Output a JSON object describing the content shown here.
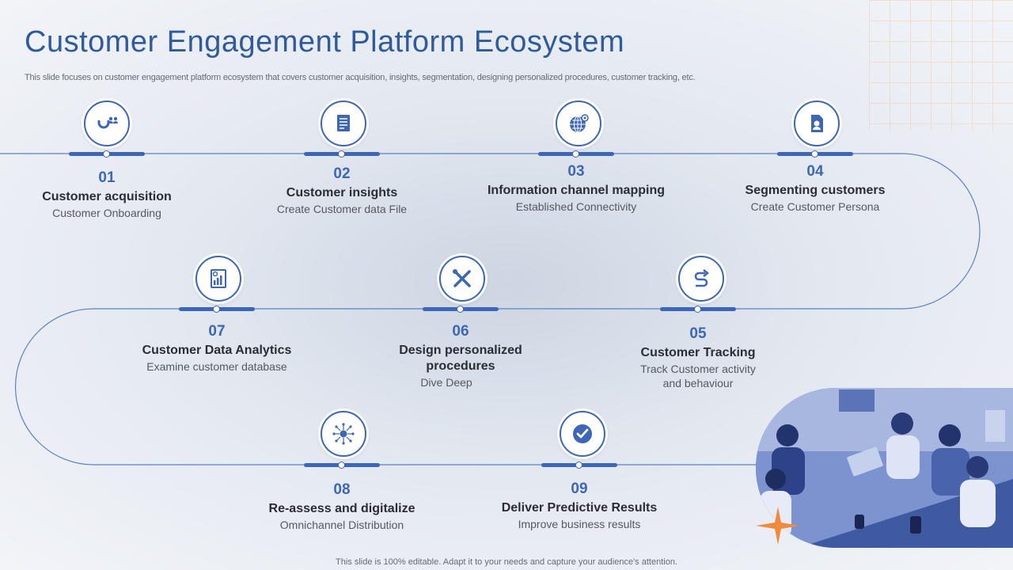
{
  "title": "Customer Engagement Platform Ecosystem",
  "subtitle": "This slide focuses on customer engagement platform ecosystem that covers customer acquisition, insights, segmentation, designing personalized procedures, customer tracking, etc.",
  "footer": "This slide is 100% editable. Adapt it to your needs and capture your audience's attention.",
  "colors": {
    "accent": "#3d66b5",
    "title": "#2f5a9c",
    "highlight": "#f08a3c"
  },
  "steps": [
    {
      "num": "01",
      "title": "Customer acquisition",
      "desc": "Customer Onboarding",
      "icon": "magnet-users-icon"
    },
    {
      "num": "02",
      "title": "Customer insights",
      "desc": "Create  Customer data File",
      "icon": "document-icon"
    },
    {
      "num": "03",
      "title": "Information channel mapping",
      "desc": "Established Connectivity",
      "icon": "globe-pin-icon"
    },
    {
      "num": "04",
      "title": "Segmenting customers",
      "desc": "Create Customer Persona",
      "icon": "persona-file-icon"
    },
    {
      "num": "05",
      "title": "Customer Tracking",
      "desc": "Track Customer activity and behaviour",
      "icon": "route-arrow-icon"
    },
    {
      "num": "06",
      "title": "Design personalized procedures",
      "desc": "Dive Deep",
      "icon": "tools-icon"
    },
    {
      "num": "07",
      "title": "Customer Data Analytics",
      "desc": "Examine customer database",
      "icon": "analytics-report-icon"
    },
    {
      "num": "08",
      "title": "Re-assess  and digitalize",
      "desc": "Omnichannel Distribution",
      "icon": "network-globe-icon"
    },
    {
      "num": "09",
      "title": "Deliver Predictive Results",
      "desc": "Improve business results",
      "icon": "check-circle-icon"
    }
  ]
}
